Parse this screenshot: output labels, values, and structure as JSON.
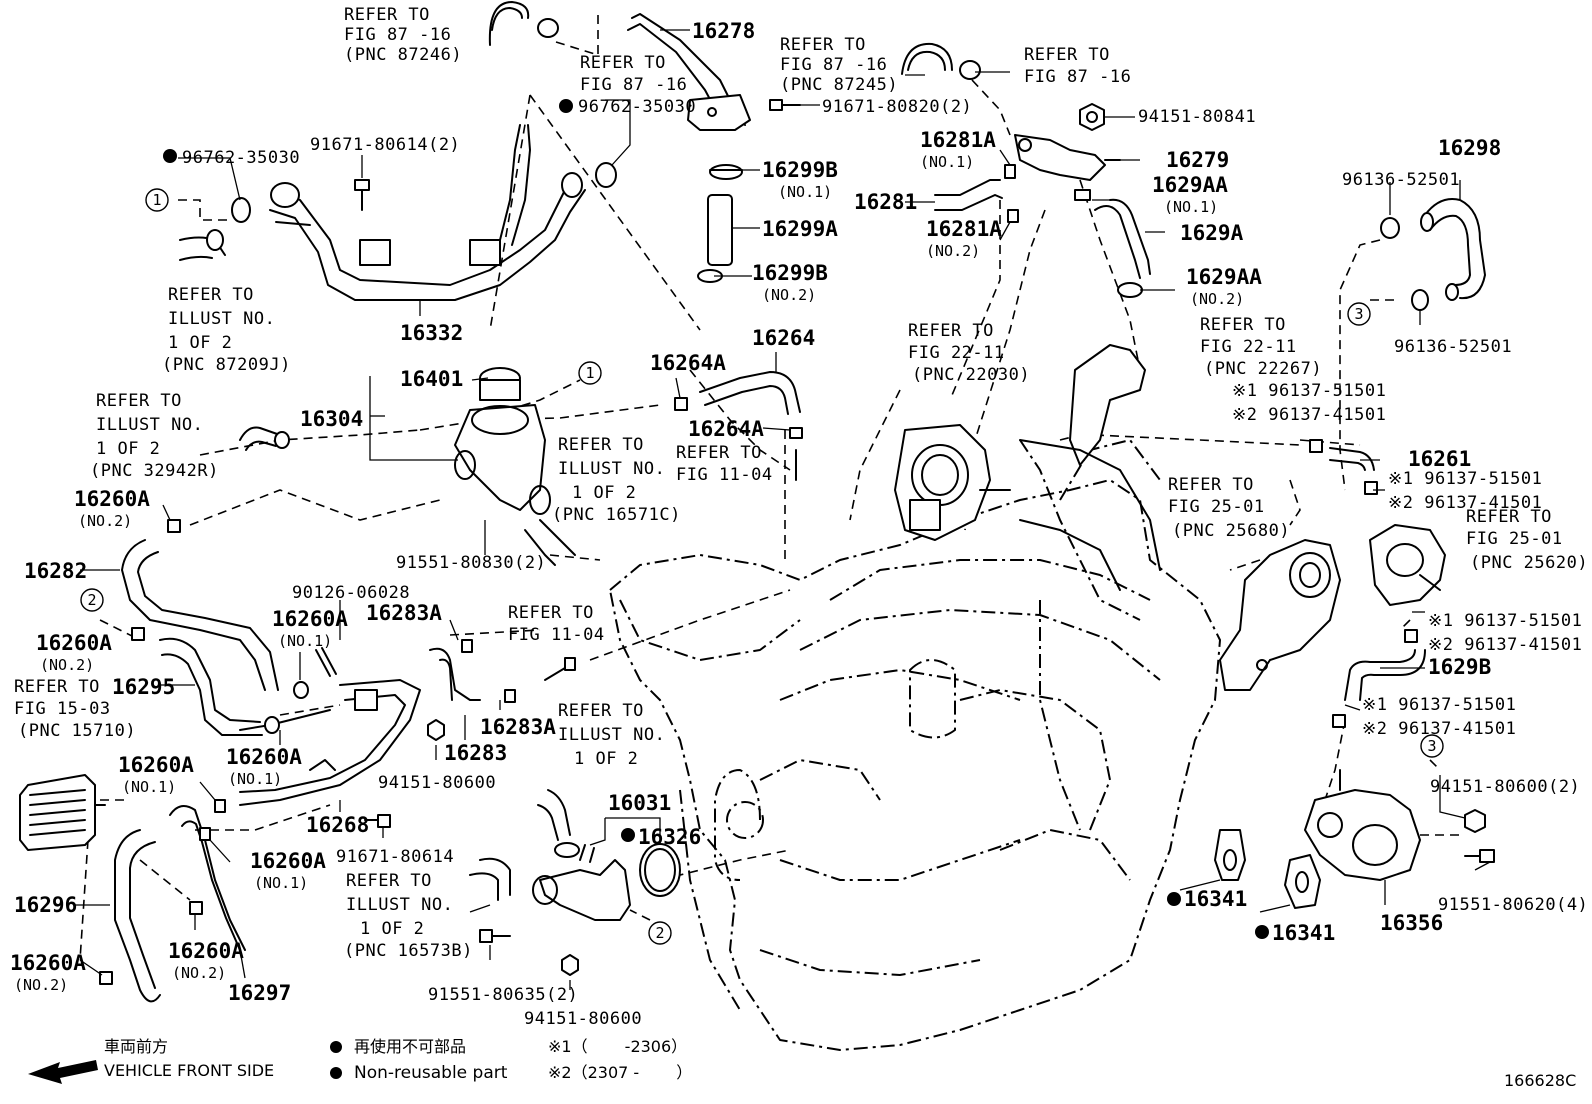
{
  "diagram_id": "166628C",
  "legend": {
    "direction_ja": "車両前方",
    "direction_en": "VEHICLE FRONT SIDE",
    "nonreusable_ja": "再使用不可部品",
    "nonreusable_en": "Non-reusable part",
    "note1": "※1（　　 -2306）",
    "note2": "※2（2307 - 　　）"
  },
  "refs": {
    "r1": [
      "REFER TO",
      "FIG 87 -16",
      "(PNC 87246)"
    ],
    "r2": [
      "REFER TO",
      "FIG 87 -16"
    ],
    "r3": [
      "REFER TO",
      "FIG 87 -16",
      "(PNC 87245)"
    ],
    "r4": [
      "REFER TO",
      "FIG 87 -16"
    ],
    "r5": [
      "REFER TO",
      "ILLUST NO.",
      "1 OF 2",
      "(PNC 87209J)"
    ],
    "r6": [
      "REFER TO",
      "ILLUST NO.",
      "1 OF 2",
      "(PNC 32942R)"
    ],
    "r7": [
      "REFER TO",
      "ILLUST NO.",
      "1 OF 2",
      "(PNC 16571C)"
    ],
    "r8": [
      "REFER TO",
      "FIG 11-04"
    ],
    "r9": [
      "REFER TO",
      "FIG 22-11",
      "(PNC 22030)"
    ],
    "r10": [
      "REFER TO",
      "FIG 22-11",
      "(PNC 22267)"
    ],
    "r11": [
      "REFER TO",
      "FIG 25-01",
      "(PNC 25680)"
    ],
    "r12": [
      "REFER TO",
      "FIG 25-01",
      "(PNC 25620)"
    ],
    "r13": [
      "REFER TO",
      "FIG 15-03",
      "(PNC 15710)"
    ],
    "r14": [
      "REFER TO",
      "FIG 11-04"
    ],
    "r15": [
      "REFER TO",
      "ILLUST NO.",
      "1 OF 2"
    ],
    "r16": [
      "REFER TO",
      "ILLUST NO.",
      "1 OF 2",
      "(PNC 16573B)"
    ]
  },
  "parts": {
    "p16278": "16278",
    "p96762a": "96762-35030",
    "p96762b": "96762-35030",
    "p91671_80820": "91671-80820(2)",
    "p91671_80614_2": "91671-80614(2)",
    "p16299B_1": "16299B",
    "p16299B_1n": "(NO.1)",
    "p16299A": "16299A",
    "p16299B_2": "16299B",
    "p16299B_2n": "(NO.2)",
    "p94151_80841": "94151-80841",
    "p16281A_1": "16281A",
    "p16281A_1n": "(NO.1)",
    "p16279": "16279",
    "p1629AA_1": "1629AA",
    "p1629AA_1n": "(NO.1)",
    "p16281": "16281",
    "p16281A_2": "16281A",
    "p16281A_2n": "(NO.2)",
    "p1629A": "1629A",
    "p1629AA_2": "1629AA",
    "p1629AA_2n": "(NO.2)",
    "p16298": "16298",
    "p96136_a": "96136-52501",
    "p96136_b": "96136-52501",
    "p16332": "16332",
    "p16401": "16401",
    "p16304": "16304",
    "p16264A_a": "16264A",
    "p16264": "16264",
    "p16264A_b": "16264A",
    "p16260A_top": "16260A",
    "p16260A_topn": "(NO.2)",
    "p16282": "16282",
    "p91551_80830": "91551-80830(2)",
    "p16261": "16261",
    "x1_a": "※1 96137-51501",
    "x2_a": "※2 96137-41501",
    "x1_b": "※1 96137-51501",
    "x2_b": "※2 96137-41501",
    "x1_c": "※1 96137-51501",
    "x2_c": "※2 96137-41501",
    "x1_d": "※1 96137-51501",
    "x2_d": "※2 96137-41501",
    "p1629B": "1629B",
    "p90126": "90126-06028",
    "p16260A_b": "16260A",
    "p16260A_bn": "(NO.1)",
    "p16283A_a": "16283A",
    "p16260A_c": "16260A",
    "p16260A_cn": "(NO.2)",
    "p16295": "16295",
    "p16283": "16283",
    "p16283A_b": "16283A",
    "p16260A_d": "16260A",
    "p16260A_dn": "(NO.1)",
    "p94151_80600_a": "94151-80600",
    "p16260A_e": "16260A",
    "p16260A_en": "(NO.1)",
    "p16268": "16268",
    "p91671_80614": "91671-80614",
    "p16260A_f": "16260A",
    "p16260A_fn": "(NO.1)",
    "p16296": "16296",
    "p16260A_g": "16260A",
    "p16260A_gn": "(NO.2)",
    "p16260A_h": "16260A",
    "p16260A_hn": "(NO.2)",
    "p16297": "16297",
    "p16031": "16031",
    "p16326": "16326",
    "p91551_80635": "91551-80635(2)",
    "p94151_80600_b": "94151-80600",
    "p16341_a": "16341",
    "p16341_b": "16341",
    "p16356": "16356",
    "p94151_80600_2": "94151-80600(2)",
    "p91551_80620": "91551-80620(4)"
  },
  "callouts": {
    "c1": "1",
    "c2": "2",
    "c3": "3"
  }
}
